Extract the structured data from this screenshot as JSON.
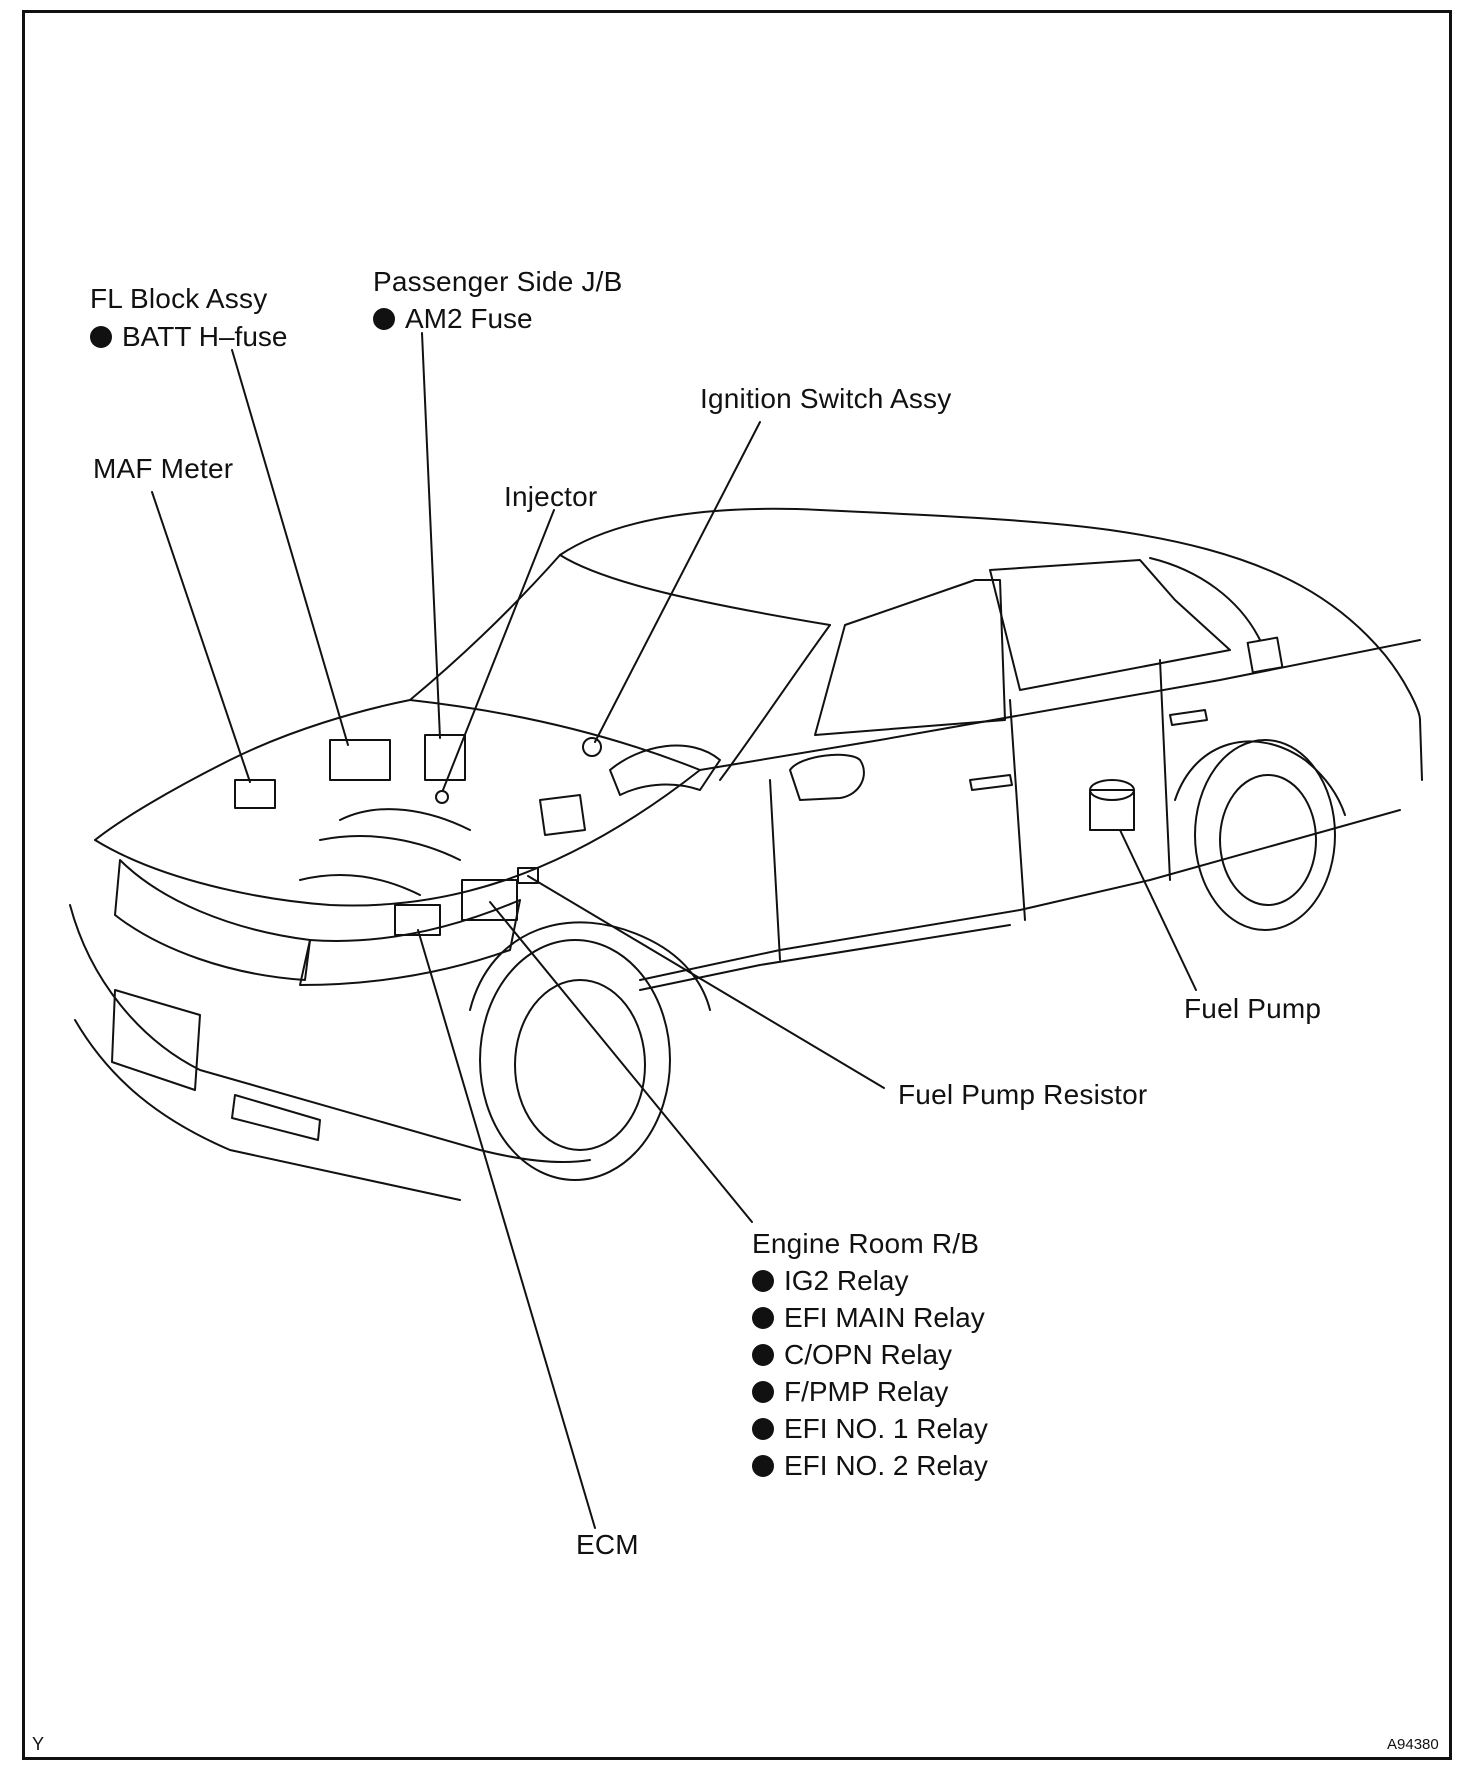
{
  "labels": {
    "fl_block": {
      "title": "FL Block Assy",
      "items": [
        "BATT H–fuse"
      ]
    },
    "passenger_jb": {
      "title": "Passenger Side J/B",
      "items": [
        "AM2 Fuse"
      ]
    },
    "ignition": "Ignition Switch Assy",
    "maf": "MAF Meter",
    "injector": "Injector",
    "fuel_pump": "Fuel Pump",
    "fuel_pump_resistor": "Fuel Pump Resistor",
    "engine_room_rb": {
      "title": "Engine Room R/B",
      "items": [
        "IG2 Relay",
        "EFI MAIN Relay",
        "C/OPN Relay",
        "F/PMP Relay",
        "EFI NO. 1 Relay",
        "EFI NO. 2 Relay"
      ]
    },
    "ecm": "ECM"
  },
  "corner": {
    "left": "Y",
    "right": "A94380"
  },
  "colors": {
    "line": "#111111",
    "background": "#ffffff"
  }
}
